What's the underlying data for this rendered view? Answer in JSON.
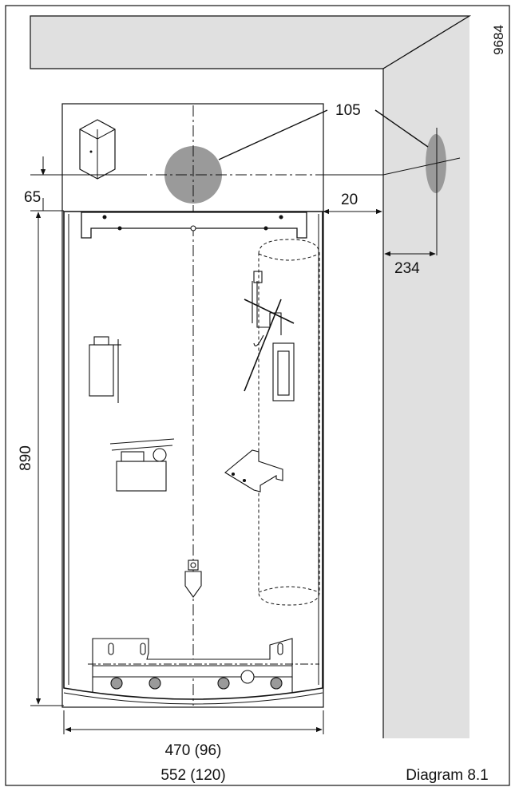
{
  "figure": {
    "code": "9684",
    "caption": "Diagram 8.1"
  },
  "dimensions": {
    "flue_diameter": "105",
    "top_clearance": "65",
    "side_clearance": "20",
    "flue_offset": "234",
    "height": "890",
    "width_line1": "470 (96)",
    "width_line2": "552 (120)"
  },
  "colors": {
    "wall": "#e0e0e0",
    "flue_hole": "#9a9a9a",
    "line": "#111111"
  }
}
